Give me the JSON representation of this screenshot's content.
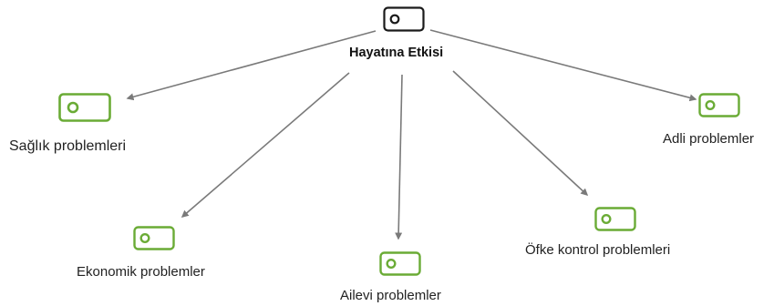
{
  "colors": {
    "root_icon": "#1a1a1a",
    "child_icon": "#6aab35",
    "edge": "#7a7a7a",
    "text": "#222222"
  },
  "root": {
    "label": "Hayatına Etkisi",
    "icon": "code-tag-icon"
  },
  "children": [
    {
      "label": "Sağlık problemleri",
      "icon": "code-tag-icon"
    },
    {
      "label": "Ekonomik problemler",
      "icon": "code-tag-icon"
    },
    {
      "label": "Ailevi problemler",
      "icon": "code-tag-icon"
    },
    {
      "label": "Öfke kontrol problemleri",
      "icon": "code-tag-icon"
    },
    {
      "label": "Adli problemler",
      "icon": "code-tag-icon"
    }
  ]
}
